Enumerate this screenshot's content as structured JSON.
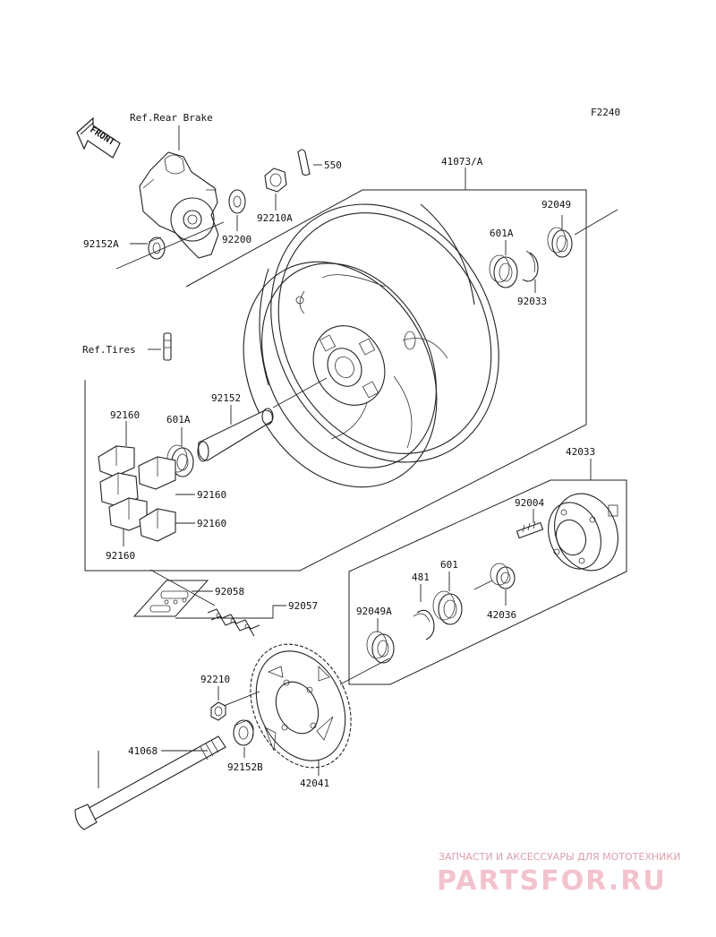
{
  "diagram_code": "F2240",
  "front_label": "FRONT",
  "refs": {
    "rear_brake": "Ref.Rear Brake",
    "tires": "Ref.Tires"
  },
  "parts": {
    "p550": "550",
    "p41073A": "41073/A",
    "p92049": "92049",
    "p601A_top": "601A",
    "p92033": "92033",
    "p92152A": "92152A",
    "p92200": "92200",
    "p92210A": "92210A",
    "p92152": "92152",
    "p92160_a": "92160",
    "p601A_left": "601A",
    "p92160_b": "92160",
    "p92160_c": "92160",
    "p92160_d": "92160",
    "p42033": "42033",
    "p92004": "92004",
    "p481": "481",
    "p601": "601",
    "p92049A": "92049A",
    "p42036": "42036",
    "p92058": "92058",
    "p92057": "92057",
    "p92210": "92210",
    "p41068": "41068",
    "p92152B": "92152B",
    "p42041": "42041"
  },
  "watermark": {
    "caption": "ЗАПЧАСТИ И АКСЕССУАРЫ ДЛЯ МОТОТЕХНИКИ",
    "brand": "PARTSFOR.RU"
  }
}
